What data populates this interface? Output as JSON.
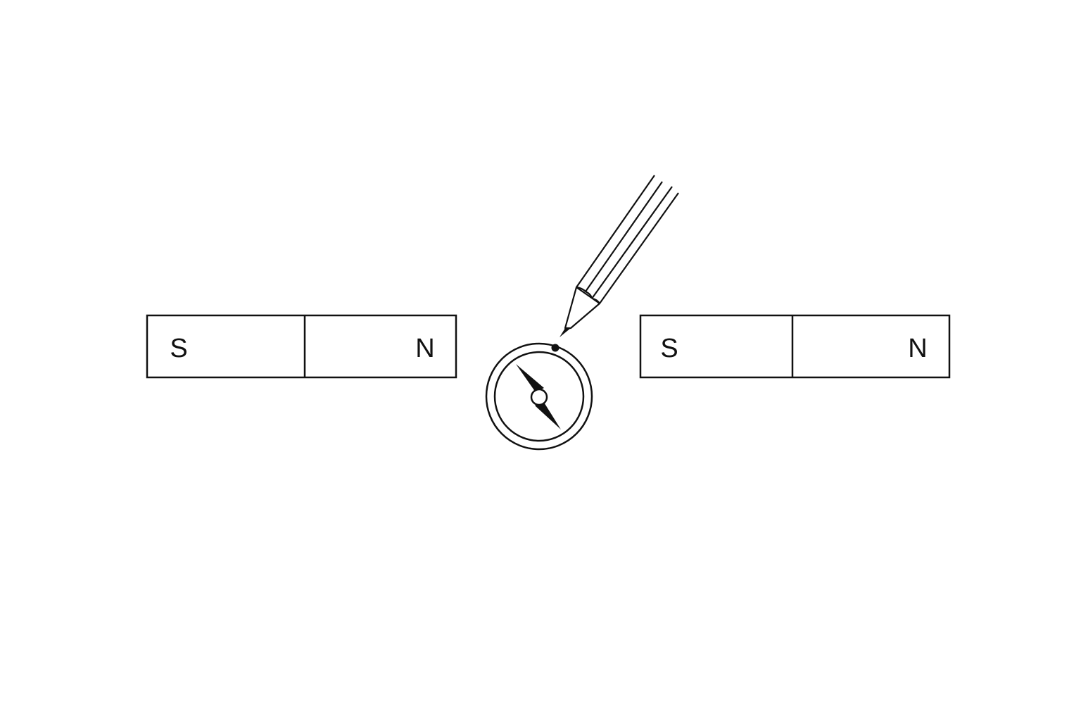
{
  "magnets": [
    {
      "left_pole": "S",
      "right_pole": "N"
    },
    {
      "left_pole": "S",
      "right_pole": "N"
    }
  ],
  "compass": {
    "needle": "compass-needle"
  },
  "pencil": {
    "icon": "pencil-icon"
  },
  "colors": {
    "stroke": "#111111",
    "background": "#ffffff"
  }
}
